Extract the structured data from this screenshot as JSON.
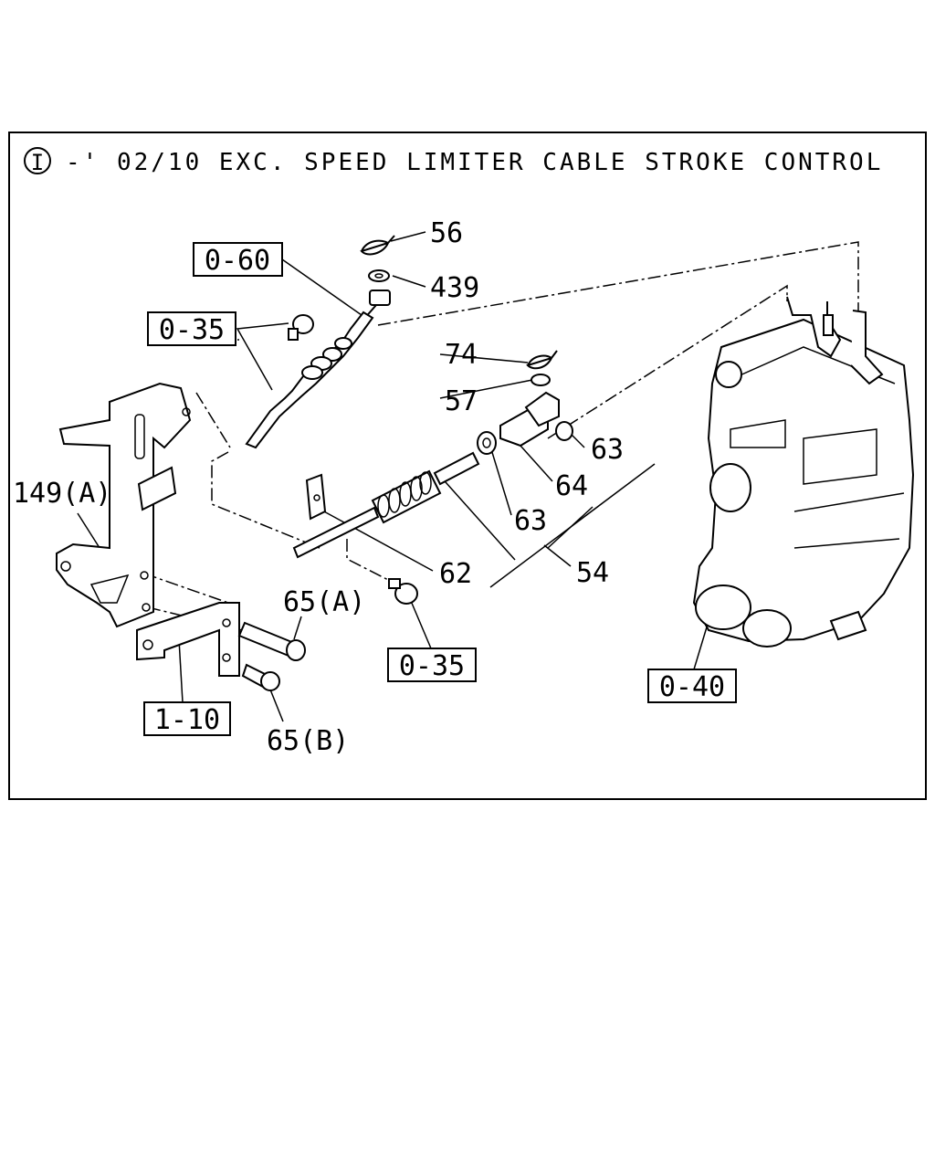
{
  "diagram": {
    "title_circle_symbol": "I",
    "title": "-' 02/10 EXC. SPEED LIMITER CABLE STROKE CONTROL",
    "reference_boxes": [
      {
        "id": "ref-0-60",
        "label": "0-60"
      },
      {
        "id": "ref-0-35-top",
        "label": "0-35"
      },
      {
        "id": "ref-0-35-bottom",
        "label": "0-35"
      },
      {
        "id": "ref-1-10",
        "label": "1-10"
      },
      {
        "id": "ref-0-40",
        "label": "0-40"
      }
    ],
    "part_labels": {
      "p56": "56",
      "p439": "439",
      "p74": "74",
      "p57": "57",
      "p63a": "63",
      "p64": "64",
      "p63b": "63",
      "p149a": "149(A)",
      "p62": "62",
      "p54": "54",
      "p65a": "65(A)",
      "p65b": "65(B)"
    }
  }
}
